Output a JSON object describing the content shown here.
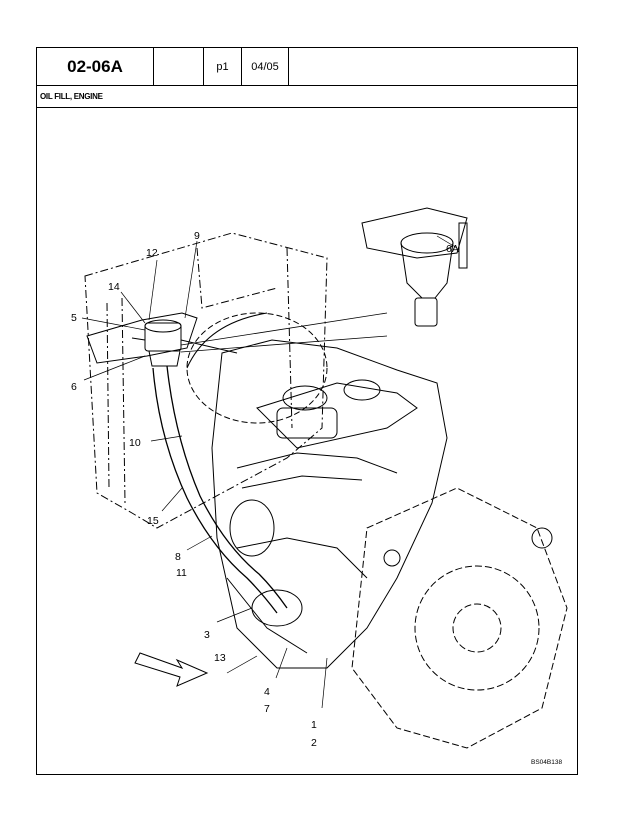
{
  "header": {
    "code": "02-06A",
    "blank": "",
    "page": "p1",
    "date": "04/05"
  },
  "section_title": "OIL FILL, ENGINE",
  "figure": {
    "callouts": {
      "c12": "12",
      "c9": "9",
      "c6A": "6A",
      "c14": "14",
      "c5": "5",
      "c6": "6",
      "c10": "10",
      "c15": "15",
      "c8": "8",
      "c11": "11",
      "c3": "3",
      "c13": "13",
      "c4": "4",
      "c7": "7",
      "c1": "1",
      "c2": "2"
    },
    "drawing_number": "BS04B138"
  }
}
